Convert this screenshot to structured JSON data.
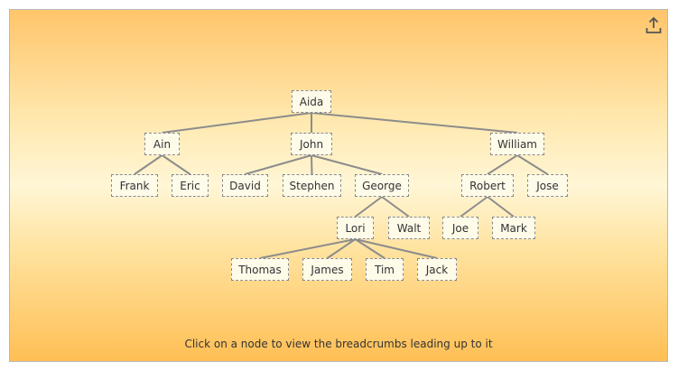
{
  "toolbar": {
    "export_icon": "export-upload-icon"
  },
  "hint": "Click on a node to view the breadcrumbs leading up to it",
  "colors": {
    "background_top": "#ffc56b",
    "background_mid": "#fff6d6",
    "background_bottom": "#ffbf55",
    "connector": "#8c8c8c",
    "node_border": "#8a8a8a"
  },
  "tree": {
    "root": "Aida",
    "children": {
      "Aida": [
        "Ain",
        "John",
        "William"
      ],
      "Ain": [
        "Frank",
        "Eric"
      ],
      "John": [
        "David",
        "Stephen",
        "George"
      ],
      "George": [
        "Lori",
        "Walt"
      ],
      "Lori": [
        "Thomas",
        "James",
        "Tim",
        "Jack"
      ],
      "William": [
        "Robert",
        "Jose"
      ],
      "Robert": [
        "Joe",
        "Mark"
      ]
    }
  }
}
